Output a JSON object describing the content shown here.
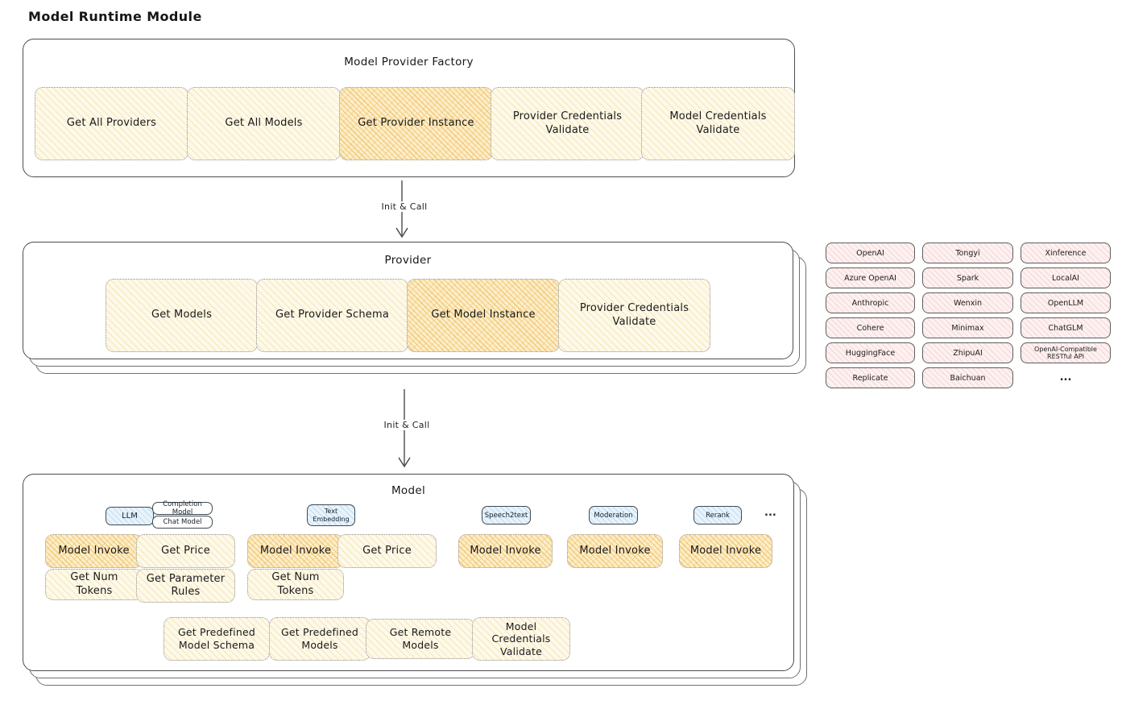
{
  "page_title": "Model Runtime Module",
  "arrows": {
    "init_call_1": "Init & Call",
    "init_call_2": "Init & Call"
  },
  "factory": {
    "title": "Model Provider Factory",
    "buttons": [
      {
        "label": "Get All Providers",
        "highlighted": false
      },
      {
        "label": "Get All Models",
        "highlighted": false
      },
      {
        "label": "Get Provider Instance",
        "highlighted": true
      },
      {
        "label": "Provider Credentials Validate",
        "highlighted": false
      },
      {
        "label": "Model Credentials Validate",
        "highlighted": false
      }
    ]
  },
  "provider": {
    "title": "Provider",
    "buttons": [
      {
        "label": "Get Models",
        "highlighted": false
      },
      {
        "label": "Get Provider Schema",
        "highlighted": false
      },
      {
        "label": "Get Model Instance",
        "highlighted": true
      },
      {
        "label": "Provider Credentials Validate",
        "highlighted": false
      }
    ]
  },
  "provider_list": {
    "items": [
      "OpenAI",
      "Tongyi",
      "Xinference",
      "Azure OpenAI",
      "Spark",
      "LocalAI",
      "Anthropic",
      "Wenxin",
      "OpenLLM",
      "Cohere",
      "Minimax",
      "ChatGLM",
      "HuggingFace",
      "ZhipuAI",
      "OpenAI-Compatible RESTful API",
      "Replicate",
      "Baichuan"
    ],
    "more": "..."
  },
  "model": {
    "title": "Model",
    "types": {
      "llm": "LLM",
      "completion_model": "Completion Model",
      "chat_model": "Chat Model",
      "text_embedding": "Text Embedding",
      "speech2text": "Speech2text",
      "moderation": "Moderation",
      "rerank": "Rerank",
      "more": "..."
    },
    "buttons": {
      "model_invoke": "Model Invoke",
      "get_price": "Get Price",
      "get_num_tokens": "Get Num Tokens",
      "get_parameter_rules": "Get Parameter Rules",
      "get_predefined_model_schema": "Get Predefined Model Schema",
      "get_predefined_models": "Get Predefined Models",
      "get_remote_models": "Get Remote Models",
      "model_credentials_validate": "Model Credentials Validate"
    }
  },
  "colors": {
    "highlight_fill": "#fbeecb",
    "highlight_hatch": "#f2bc5c",
    "yellow_fill": "#fdf9ea",
    "blue_fill": "#e9f3fb",
    "pink_fill": "#fdf1f1",
    "stroke_dark": "#4d4d4d"
  }
}
